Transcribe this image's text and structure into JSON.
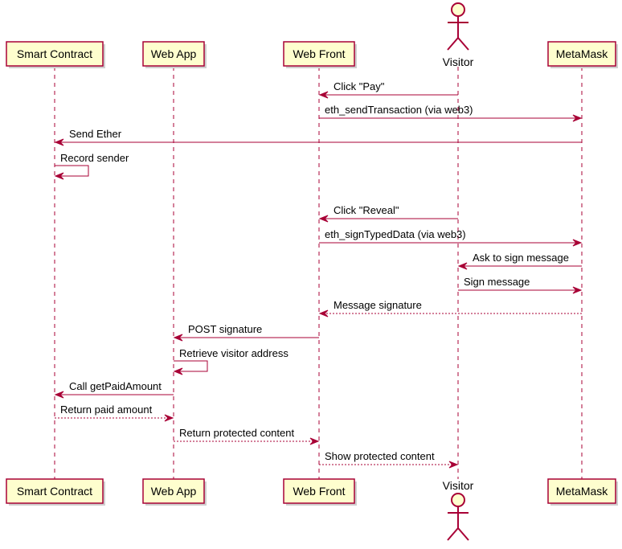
{
  "colors": {
    "accent": "#A80036",
    "participant_fill": "#FEFECE",
    "background": "#FFFFFF"
  },
  "participants": [
    {
      "id": "contract",
      "label": "Smart Contract",
      "kind": "box"
    },
    {
      "id": "webapp",
      "label": "Web App",
      "kind": "box"
    },
    {
      "id": "front",
      "label": "Web Front",
      "kind": "box"
    },
    {
      "id": "visitor",
      "label": "Visitor",
      "kind": "actor"
    },
    {
      "id": "metamask",
      "label": "MetaMask",
      "kind": "box"
    }
  ],
  "messages": [
    {
      "from": "visitor",
      "to": "front",
      "label": "Click \"Pay\"",
      "style": "solid"
    },
    {
      "from": "front",
      "to": "metamask",
      "label": "eth_sendTransaction (via web3)",
      "style": "solid"
    },
    {
      "from": "metamask",
      "to": "contract",
      "label": "Send Ether",
      "style": "solid"
    },
    {
      "from": "contract",
      "to": "contract",
      "label": "Record sender",
      "style": "solid"
    },
    {
      "from": "visitor",
      "to": "front",
      "label": "Click \"Reveal\"",
      "style": "solid"
    },
    {
      "from": "front",
      "to": "metamask",
      "label": "eth_signTypedData (via web3)",
      "style": "solid"
    },
    {
      "from": "metamask",
      "to": "visitor",
      "label": "Ask to sign message",
      "style": "solid"
    },
    {
      "from": "visitor",
      "to": "metamask",
      "label": "Sign message",
      "style": "solid"
    },
    {
      "from": "metamask",
      "to": "front",
      "label": "Message signature",
      "style": "dashed"
    },
    {
      "from": "front",
      "to": "webapp",
      "label": "POST signature",
      "style": "solid"
    },
    {
      "from": "webapp",
      "to": "webapp",
      "label": "Retrieve visitor address",
      "style": "solid"
    },
    {
      "from": "webapp",
      "to": "contract",
      "label": "Call getPaidAmount",
      "style": "solid"
    },
    {
      "from": "contract",
      "to": "webapp",
      "label": "Return paid amount",
      "style": "dashed"
    },
    {
      "from": "webapp",
      "to": "front",
      "label": "Return protected content",
      "style": "dashed"
    },
    {
      "from": "front",
      "to": "visitor",
      "label": "Show protected content",
      "style": "dashed"
    }
  ]
}
